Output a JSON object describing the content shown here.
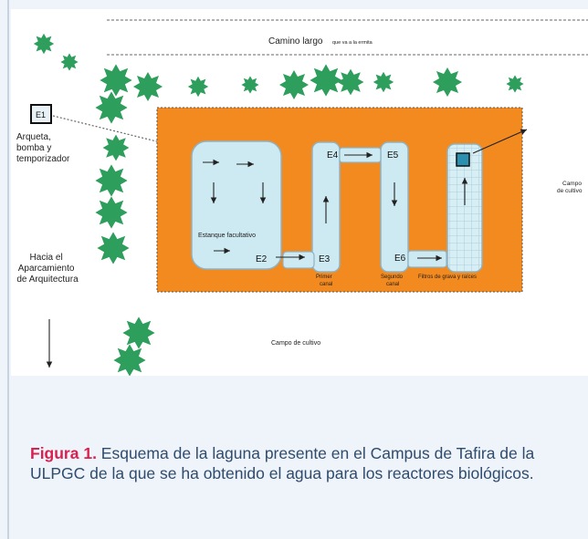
{
  "diagram": {
    "road_label": "Camino largo",
    "road_sublabel": "que va a la ermita",
    "e1_label": "E1",
    "e1_caption": [
      "Arqueta,",
      "bomba y",
      "temporizador"
    ],
    "stations": {
      "e2": "E2",
      "e3": "E3",
      "e4": "E4",
      "e5": "E5",
      "e6": "E6"
    },
    "pond_label": "Estanque facultativo",
    "first_channel": [
      "Primer",
      "canal"
    ],
    "second_channel": [
      "Segundo",
      "canal"
    ],
    "filters_label": "Filtros de grava y raíces",
    "right_field": [
      "Campo",
      "de cultivo"
    ],
    "parking_label": [
      "Hacia el",
      "Aparcamiento",
      "de Arquitectura"
    ],
    "bottom_field": "Campo de cultivo",
    "colors": {
      "orange": "#f28a1f",
      "water": "#cde9f2",
      "water_stroke": "#8fb3c4",
      "tree": "#2e9e5c",
      "station_box": "#2b8fb0"
    }
  },
  "caption": {
    "label": "Figura 1.",
    "text": " Esquema de la laguna presente en el Campus de Tafira de la ULPGC de la que se ha obtenido el agua para los reactores biológicos."
  }
}
